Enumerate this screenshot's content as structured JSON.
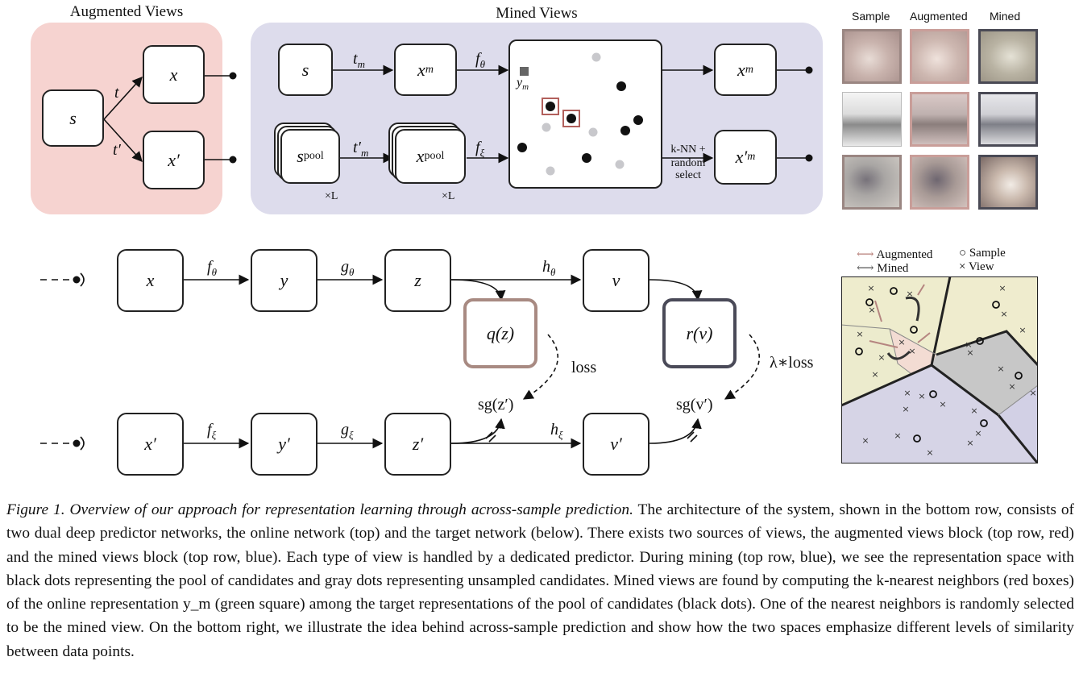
{
  "augmented": {
    "title": "Augmented Views",
    "s": "s",
    "t": "t",
    "t_prime": "t′",
    "x": "x",
    "x_prime": "x′"
  },
  "mined": {
    "title": "Mined Views",
    "s": "s",
    "s_pool_base": "s",
    "s_pool_sub": "pool",
    "t_m": "t",
    "t_m_sub": "m",
    "t_m_prime": "t′",
    "t_m_prime_sub": "m",
    "x_m": "x",
    "x_m_sub": "m",
    "x_pool_base": "x",
    "x_pool_sub": "pool",
    "times_L_1": "×L",
    "times_L_2": "×L",
    "f_theta": "f",
    "f_theta_sub": "θ",
    "f_xi": "f",
    "f_xi_sub": "ξ",
    "y_m": "y",
    "y_m_sub": "m",
    "knn": "k-NN +",
    "random": "random",
    "select": "select",
    "x_m_out": "x",
    "x_m_out_sub": "m",
    "x_m_prime_out": "x′",
    "x_m_prime_out_sub": "m"
  },
  "samples": {
    "col_sample": "Sample",
    "col_augmented": "Augmented",
    "col_mined": "Mined"
  },
  "pipeline": {
    "x": "x",
    "y": "y",
    "z": "z",
    "v": "v",
    "x_prime": "x′",
    "y_prime": "y′",
    "z_prime": "z′",
    "v_prime": "v′",
    "f_theta": "f",
    "f_theta_sub": "θ",
    "g_theta": "g",
    "g_theta_sub": "θ",
    "h_theta": "h",
    "h_theta_sub": "θ",
    "f_xi": "f",
    "f_xi_sub": "ξ",
    "g_xi": "g",
    "g_xi_sub": "ξ",
    "h_xi": "h",
    "h_xi_sub": "ξ",
    "q": "q(z)",
    "r": "r(v)",
    "loss": "loss",
    "lambda_loss": "λ∗loss",
    "sg_z": "sg(z′)",
    "sg_v": "sg(v′)"
  },
  "legend": {
    "augmented": "Augmented",
    "mined": "Mined",
    "sample": "Sample",
    "view": "View"
  },
  "colors": {
    "augmented_bg": "#f6d3d0",
    "mined_bg": "#dddcec",
    "q_border": "#a88a82",
    "r_border": "#4a4a58"
  },
  "caption": {
    "figure_label": "Figure 1. Overview of our approach for representation learning through across-sample prediction.",
    "text": " The architecture of the system, shown in the bottom row, consists of two dual deep predictor networks, the online network (top) and the target network (below). There exists two sources of views, the augmented views block (top row, red) and the mined views block (top row, blue). Each type of view is handled by a dedicated predictor. During mining (top row, blue), we see the representation space with black dots representing the pool of candidates and gray dots representing unsampled candidates. Mined views are found by computing the k-nearest neighbors (red boxes) of the online representation y_m (green square) among the target representations of the pool of candidates (black dots). One of the nearest neighbors is randomly selected to be the mined view. On the bottom right, we illustrate the idea behind across-sample prediction and show how the two spaces emphasize different levels of similarity between data points."
  }
}
